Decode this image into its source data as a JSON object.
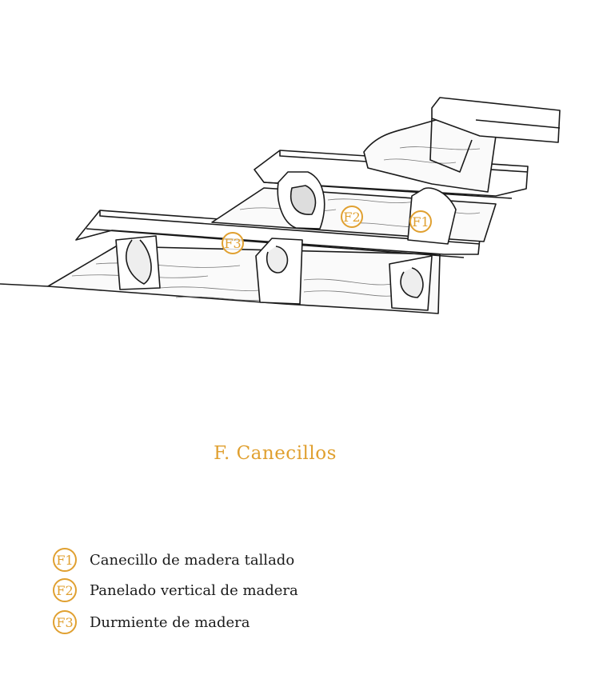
{
  "title": "F. Canecillos",
  "accent_color": "#e0a030",
  "markers": {
    "f1": "F1",
    "f2": "F2",
    "f3": "F3"
  },
  "legend": [
    {
      "code": "F1",
      "label": "Canecillo de madera tallado"
    },
    {
      "code": "F2",
      "label": "Panelado vertical de madera"
    },
    {
      "code": "F3",
      "label": "Durmiente de madera"
    }
  ]
}
